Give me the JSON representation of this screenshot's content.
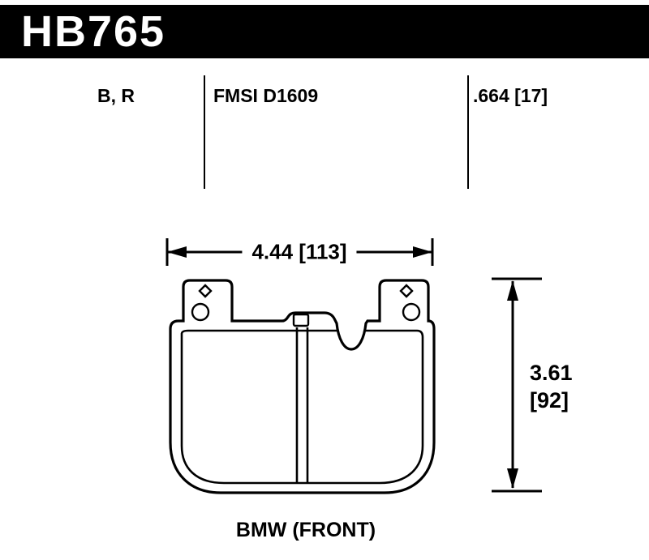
{
  "header": {
    "part_number": "HB765"
  },
  "specs": {
    "compounds": "B, R",
    "fmsi": "FMSI D1609",
    "pad_thickness": ".664 [17]"
  },
  "dimensions": {
    "width_label": "4.44 [113]",
    "height_value": "3.61",
    "height_mm": "[92]"
  },
  "footer": {
    "application": "BMW (FRONT)"
  },
  "colors": {
    "header_bg": "#000000",
    "ink": "#000000",
    "paper": "#ffffff"
  }
}
